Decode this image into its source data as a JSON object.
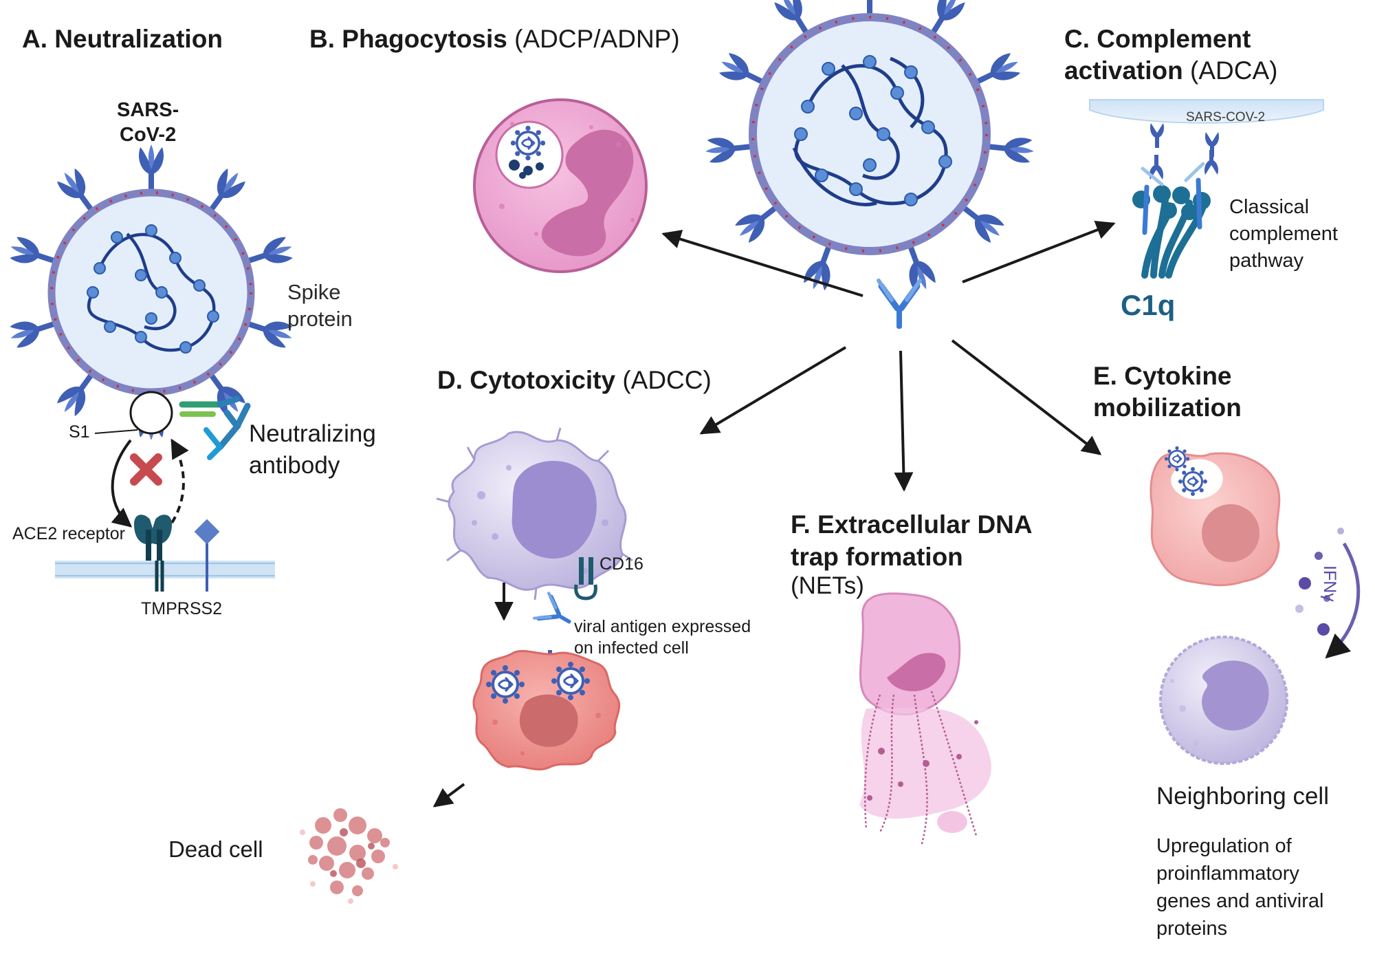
{
  "panels": {
    "a": {
      "title": "A. Neutralization",
      "virus_label": "SARS-\nCoV-2",
      "spike_label": "Spike\nprotein",
      "s1_label": "S1",
      "antibody_label": "Neutralizing\nantibody",
      "ace2_label": "ACE2 receptor",
      "tmprss2_label": "TMPRSS2"
    },
    "b": {
      "title_bold": "B. Phagocytosis",
      "title_rest": "(ADCP/ADNP)"
    },
    "c": {
      "title_bold_1": "C. Complement",
      "title_bold_2": "activation",
      "title_rest": "(ADCA)",
      "surface_label": "SARS-COV-2",
      "pathway_label": "Classical\ncomplement\npathway",
      "c1q_label": "C1q"
    },
    "d": {
      "title_bold": "D. Cytotoxicity",
      "title_rest": "(ADCC)",
      "cd16_label": "CD16",
      "antigen_label": "viral antigen expressed\non infected cell",
      "dead_label": "Dead cell"
    },
    "e": {
      "title": "E. Cytokine\nmobilization",
      "ifn_label": "IFNγ",
      "neighbor_label": "Neighboring cell",
      "upregulation_text": "Upregulation of\nproinflammatory\ngenes and antiviral\nproteins"
    },
    "f": {
      "title": "F. Extracellular DNA\ntrap formation",
      "subtitle": "(NETs)"
    }
  },
  "colors": {
    "virus_blue": "#3f5fb4",
    "membrane": "#8b91c9",
    "complement_teal": "#1d6f95",
    "infected_red": "#ef8787",
    "net_pink": "#e9a9d2",
    "neutrophil_pink": "#ef9fcf",
    "block_red": "#c74a4f"
  },
  "icons": [
    "virus-icon",
    "antibody-icon",
    "neutrophil-icon",
    "nk-cell-icon",
    "infected-cell-icon",
    "dead-cell-icon",
    "macrophage-icon",
    "net-cell-icon",
    "c1q-icon",
    "ace2-receptor-icon",
    "block-x-icon"
  ]
}
